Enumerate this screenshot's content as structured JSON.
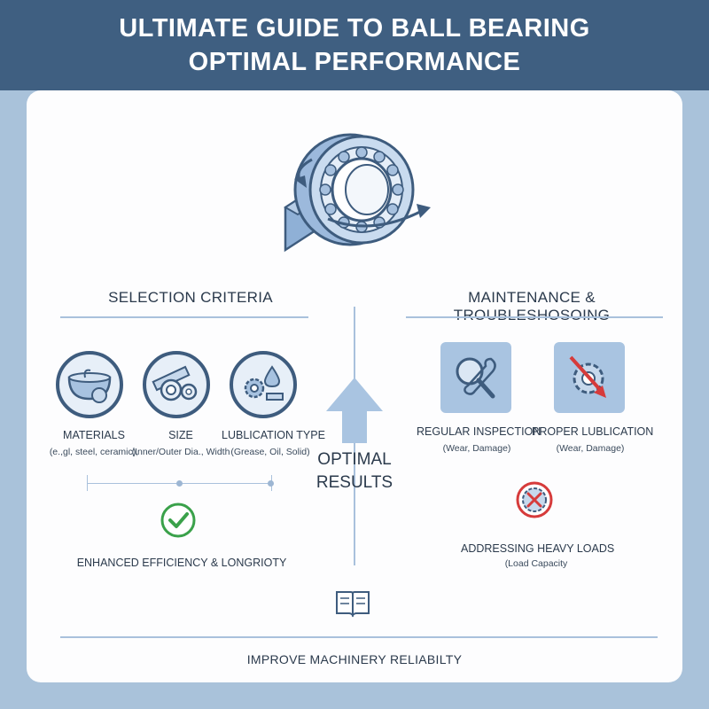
{
  "header": {
    "title_line1": "ULTIMATE GUIDE TO BALL BEARING",
    "title_line2": "OPTIMAL PERFORMANCE"
  },
  "selection": {
    "title": "SELECTION CRITERIA",
    "items": [
      {
        "label": "MATERIALS",
        "detail": "(e.,gl, steel, ceramic),",
        "icon": "bowl-sphere-icon"
      },
      {
        "label": "SIZE",
        "detail": "(Inner/Outer Dia., Width",
        "icon": "measure-rings-icon"
      },
      {
        "label": "LUBLICATION TYPE",
        "detail": "(Grease, Oil, Solid)",
        "icon": "gear-droplet-icon"
      }
    ],
    "result": "ENHANCED EFFICIENCY & LONGRIOTY"
  },
  "center": {
    "line1": "OPTIMAL",
    "line2": "RESULTS"
  },
  "maintenance": {
    "title": "MAINTENANCE & TROUBLESHOSOING",
    "items": [
      {
        "label": "REGULAR INSPECTION",
        "detail": "(Wear, Damage)",
        "icon": "magnifier-wrench-icon"
      },
      {
        "label": "PROPER LUBLICATION",
        "detail": "(Wear, Damage)",
        "icon": "gear-arrow-icon"
      }
    ],
    "heavy_label": "ADDRESSING HEAVY LOADS",
    "heavy_detail": "(Load Capacity"
  },
  "footer": {
    "text": "IMPROVE MACHINERY RELIABILTY"
  },
  "colors": {
    "header_bg": "#3f5f81",
    "page_bg": "#a9c2da",
    "accent_blue": "#3e5c7e",
    "check_green": "#3aa14a",
    "warning_red": "#d63b3b"
  }
}
